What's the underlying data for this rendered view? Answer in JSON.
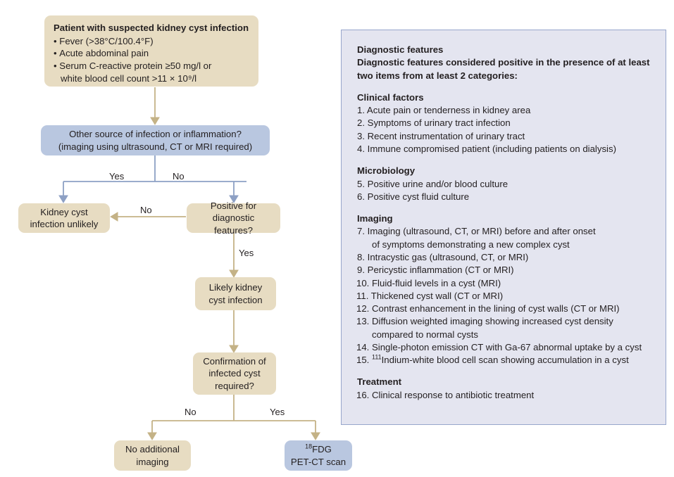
{
  "colors": {
    "tan_box": "#e7dcc2",
    "blue_box": "#b9c7e0",
    "tan_arrow": "#c4b286",
    "blue_arrow": "#8da0c4",
    "panel_bg": "#e4e5f0",
    "panel_border": "#97a6cc",
    "text": "#231f20"
  },
  "flowchart": {
    "start_box": {
      "title": "Patient with suspected kidney cyst infection",
      "bullets": [
        "Fever (>38°C/100.4°F)",
        "Acute abdominal pain",
        "Serum C-reactive protein ≥50 mg/l or"
      ],
      "bullet3_continuation": "white blood cell count >11 × 10⁹/l"
    },
    "decision_other_source": {
      "line1": "Other source of infection or inflammation?",
      "line2": "(imaging using ultrasound, CT or MRI required)"
    },
    "unlikely_box": {
      "line1": "Kidney cyst",
      "line2": "infection unlikely"
    },
    "decision_positive": {
      "line1": "Positive for",
      "line2": "diagnostic features?"
    },
    "likely_box": {
      "line1": "Likely kidney",
      "line2": "cyst infection"
    },
    "decision_confirmation": {
      "line1": "Confirmation of",
      "line2": "infected cyst",
      "line3": "required?"
    },
    "no_imaging_box": {
      "line1": "No additional",
      "line2": "imaging"
    },
    "pet_ct_box": {
      "line1_sup": "18",
      "line1": "FDG",
      "line2": "PET-CT scan"
    },
    "edge_labels": {
      "other_source_yes": "Yes",
      "other_source_no": "No",
      "positive_no": "No",
      "positive_yes": "Yes",
      "confirmation_no": "No",
      "confirmation_yes": "Yes"
    }
  },
  "panel": {
    "heading": "Diagnostic features",
    "subheading_line1": "Diagnostic features considered positive in the presence of at least",
    "subheading_line2": "two items from at least 2 categories:",
    "sections": [
      {
        "title": "Clinical factors",
        "items": [
          "1. Acute pain or tenderness in kidney area",
          "2. Symptoms of urinary tract infection",
          "3. Recent instrumentation of urinary tract",
          "4. Immune compromised patient (including patients on dialysis)"
        ]
      },
      {
        "title": "Microbiology",
        "items": [
          "5. Positive urine and/or blood culture",
          "6. Positive cyst fluid culture"
        ]
      },
      {
        "title": "Imaging",
        "items": [
          "7. Imaging (ultrasound, CT, or MRI) before and after onset",
          "8. Intracystic gas (ultrasound, CT, or MRI)",
          "9. Pericystic inflammation (CT or MRI)",
          "10. Fluid-fluid levels in a cyst (MRI)",
          "11. Thickened cyst wall (CT or MRI)",
          "12. Contrast enhancement in the lining of cyst walls (CT or MRI)",
          "13. Diffusion weighted imaging showing increased cyst density",
          "14. Single-photon emission CT with Ga-67 abnormal uptake by a cyst"
        ],
        "item7_continuation": "of symptoms demonstrating a new complex cyst",
        "item13_continuation": "compared to normal cysts",
        "item15_prefix": "15. ",
        "item15_sup": "111",
        "item15_text": "Indium-white blood cell scan showing accumulation in a cyst"
      },
      {
        "title": "Treatment",
        "items": [
          "16. Clinical response to antibiotic treatment"
        ]
      }
    ]
  }
}
